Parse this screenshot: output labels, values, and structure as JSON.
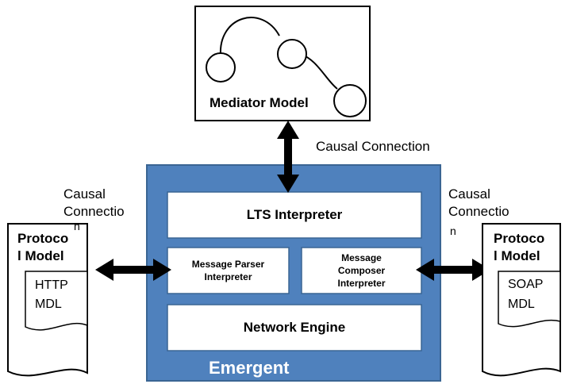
{
  "mediator": {
    "title": "Mediator Model"
  },
  "top_connection": {
    "label": "Causal Connection"
  },
  "left_connection": {
    "line1": "Causal",
    "line2": "Connectio",
    "line3": "n"
  },
  "right_connection": {
    "line1": "Causal",
    "line2": "Connectio",
    "line3": "n"
  },
  "emergent": {
    "label": "Emergent",
    "color": "#4f81bd",
    "lts": "LTS Interpreter",
    "parser_line1": "Message Parser",
    "parser_line2": "Interpreter",
    "composer_line1": "Message",
    "composer_line2": "Composer",
    "composer_line3": "Interpreter",
    "network": "Network Engine"
  },
  "left_protocol": {
    "title_line1": "Protoco",
    "title_line2": "l Model",
    "doc_line1": "HTTP",
    "doc_line2": "MDL"
  },
  "right_protocol": {
    "title_line1": "Protoco",
    "title_line2": "l Model",
    "doc_line1": "SOAP",
    "doc_line2": "MDL"
  }
}
